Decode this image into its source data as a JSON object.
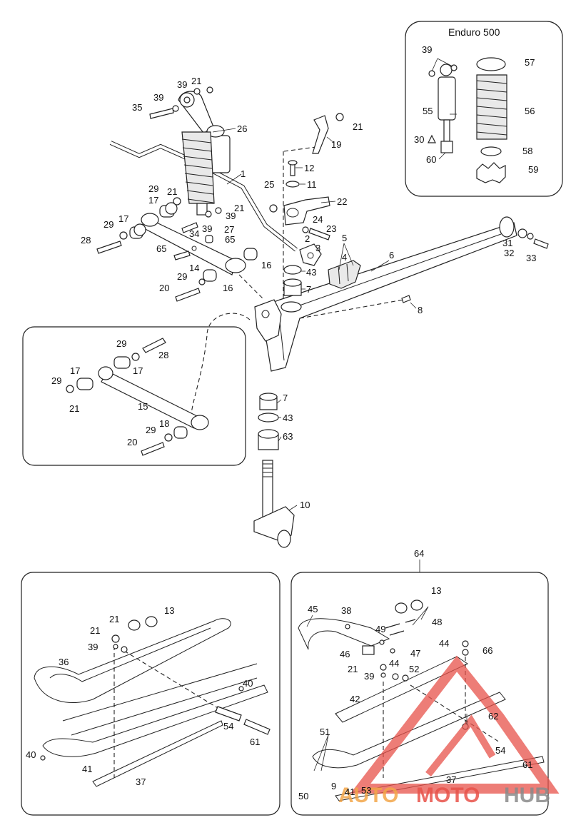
{
  "panels": {
    "enduro_title": "Enduro 500",
    "ski_kit_ref": "64"
  },
  "callouts": [
    {
      "id": "c1",
      "text": "1"
    },
    {
      "id": "c2",
      "text": "2"
    },
    {
      "id": "c3",
      "text": "3"
    },
    {
      "id": "c4",
      "text": "4"
    },
    {
      "id": "c5",
      "text": "5"
    },
    {
      "id": "c6",
      "text": "6"
    },
    {
      "id": "c7a",
      "text": "7"
    },
    {
      "id": "c7b",
      "text": "7"
    },
    {
      "id": "c8",
      "text": "8"
    },
    {
      "id": "c10",
      "text": "10"
    },
    {
      "id": "c11",
      "text": "11"
    },
    {
      "id": "c12",
      "text": "12"
    },
    {
      "id": "c13a",
      "text": "13"
    },
    {
      "id": "c13b",
      "text": "13"
    },
    {
      "id": "c14",
      "text": "14"
    },
    {
      "id": "c15",
      "text": "15"
    },
    {
      "id": "c16a",
      "text": "16"
    },
    {
      "id": "c16b",
      "text": "16"
    },
    {
      "id": "c17a",
      "text": "17"
    },
    {
      "id": "c17b",
      "text": "17"
    },
    {
      "id": "c17c",
      "text": "17"
    },
    {
      "id": "c17d",
      "text": "17"
    },
    {
      "id": "c18",
      "text": "18"
    },
    {
      "id": "c19",
      "text": "19"
    },
    {
      "id": "c20a",
      "text": "20"
    },
    {
      "id": "c20b",
      "text": "20"
    },
    {
      "id": "c21a",
      "text": "21"
    },
    {
      "id": "c21b",
      "text": "21"
    },
    {
      "id": "c21c",
      "text": "21"
    },
    {
      "id": "c21d",
      "text": "21"
    },
    {
      "id": "c21e",
      "text": "21"
    },
    {
      "id": "c21f",
      "text": "21"
    },
    {
      "id": "c21g",
      "text": "21"
    },
    {
      "id": "c21h",
      "text": "21"
    },
    {
      "id": "c22",
      "text": "22"
    },
    {
      "id": "c23",
      "text": "23"
    },
    {
      "id": "c24",
      "text": "24"
    },
    {
      "id": "c25",
      "text": "25"
    },
    {
      "id": "c26",
      "text": "26"
    },
    {
      "id": "c27",
      "text": "27"
    },
    {
      "id": "c28a",
      "text": "28"
    },
    {
      "id": "c28b",
      "text": "28"
    },
    {
      "id": "c29a",
      "text": "29"
    },
    {
      "id": "c29b",
      "text": "29"
    },
    {
      "id": "c29c",
      "text": "29"
    },
    {
      "id": "c29d",
      "text": "29"
    },
    {
      "id": "c29e",
      "text": "29"
    },
    {
      "id": "c29f",
      "text": "29"
    },
    {
      "id": "c30",
      "text": "30"
    },
    {
      "id": "c31",
      "text": "31"
    },
    {
      "id": "c32",
      "text": "32"
    },
    {
      "id": "c33",
      "text": "33"
    },
    {
      "id": "c34",
      "text": "34"
    },
    {
      "id": "c35",
      "text": "35"
    },
    {
      "id": "c36",
      "text": "36"
    },
    {
      "id": "c37a",
      "text": "37"
    },
    {
      "id": "c37b",
      "text": "37"
    },
    {
      "id": "c38",
      "text": "38"
    },
    {
      "id": "c39a",
      "text": "39"
    },
    {
      "id": "c39b",
      "text": "39"
    },
    {
      "id": "c39c",
      "text": "39"
    },
    {
      "id": "c39d",
      "text": "39"
    },
    {
      "id": "c39e",
      "text": "39"
    },
    {
      "id": "c39f",
      "text": "39"
    },
    {
      "id": "c39g",
      "text": "39"
    },
    {
      "id": "c40a",
      "text": "40"
    },
    {
      "id": "c40b",
      "text": "40"
    },
    {
      "id": "c41a",
      "text": "41"
    },
    {
      "id": "c41b",
      "text": "41"
    },
    {
      "id": "c42",
      "text": "42"
    },
    {
      "id": "c43a",
      "text": "43"
    },
    {
      "id": "c43b",
      "text": "43"
    },
    {
      "id": "c44a",
      "text": "44"
    },
    {
      "id": "c44b",
      "text": "44"
    },
    {
      "id": "c45",
      "text": "45"
    },
    {
      "id": "c46",
      "text": "46"
    },
    {
      "id": "c47",
      "text": "47"
    },
    {
      "id": "c48",
      "text": "48"
    },
    {
      "id": "c49",
      "text": "49"
    },
    {
      "id": "c50",
      "text": "50"
    },
    {
      "id": "c51",
      "text": "51"
    },
    {
      "id": "c52",
      "text": "52"
    },
    {
      "id": "c53",
      "text": "53"
    },
    {
      "id": "c54a",
      "text": "54"
    },
    {
      "id": "c54b",
      "text": "54"
    },
    {
      "id": "c55",
      "text": "55"
    },
    {
      "id": "c56",
      "text": "56"
    },
    {
      "id": "c57",
      "text": "57"
    },
    {
      "id": "c58",
      "text": "58"
    },
    {
      "id": "c59",
      "text": "59"
    },
    {
      "id": "c60",
      "text": "60"
    },
    {
      "id": "c61a",
      "text": "61"
    },
    {
      "id": "c61b",
      "text": "61"
    },
    {
      "id": "c62",
      "text": "62"
    },
    {
      "id": "c63",
      "text": "63"
    },
    {
      "id": "c65a",
      "text": "65"
    },
    {
      "id": "c65b",
      "text": "65"
    },
    {
      "id": "c66",
      "text": "66"
    },
    {
      "id": "c9",
      "text": "9"
    }
  ],
  "watermark": {
    "part1": "AUTO",
    "part2": "MOTO",
    "part3": "HUB",
    "colors": {
      "auto": "#f3a64a",
      "moto": "#e8524a",
      "hub": "#8a8a8a",
      "logo": "#e8524a"
    }
  }
}
